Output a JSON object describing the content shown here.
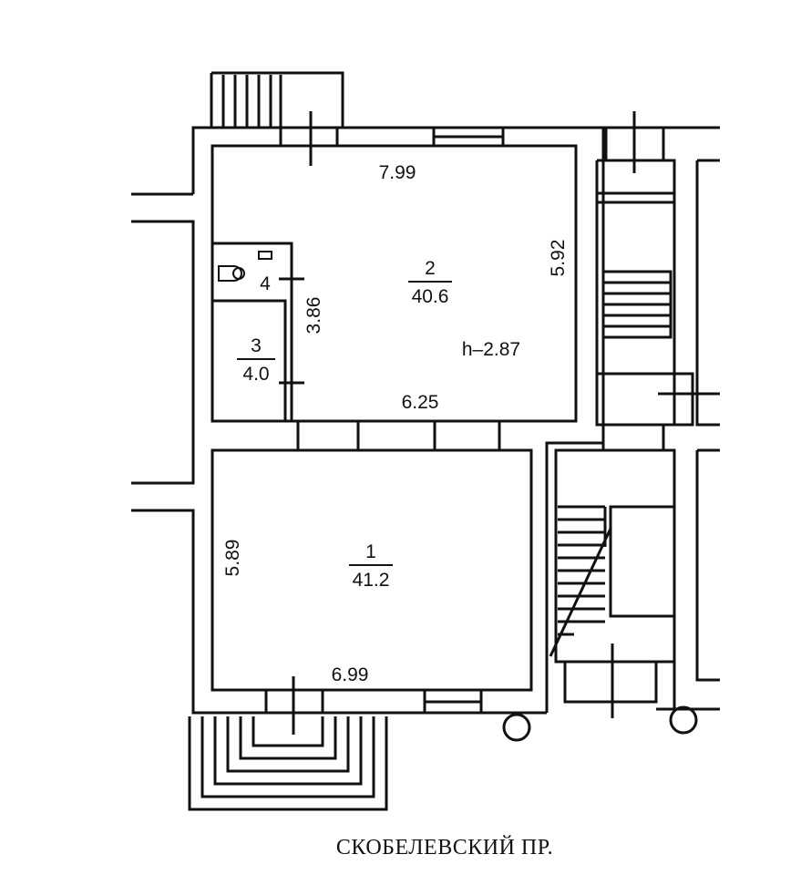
{
  "rooms": [
    {
      "number": "1",
      "area": "41.2"
    },
    {
      "number": "2",
      "area": "40.6"
    },
    {
      "number": "3",
      "area": "4.0"
    },
    {
      "number": "4"
    }
  ],
  "dimensions": {
    "room2_top": "7.99",
    "room2_right": "5.92",
    "room2_bottom": "6.25",
    "room2_left_partition": "3.86",
    "room1_left": "5.89",
    "room1_bottom": "6.99"
  },
  "ceiling_height": "h–2.87",
  "street_name": "СКОБЕЛЕВСКИЙ ПР.",
  "colors": {
    "ink": "#111111",
    "background": "#ffffff"
  }
}
